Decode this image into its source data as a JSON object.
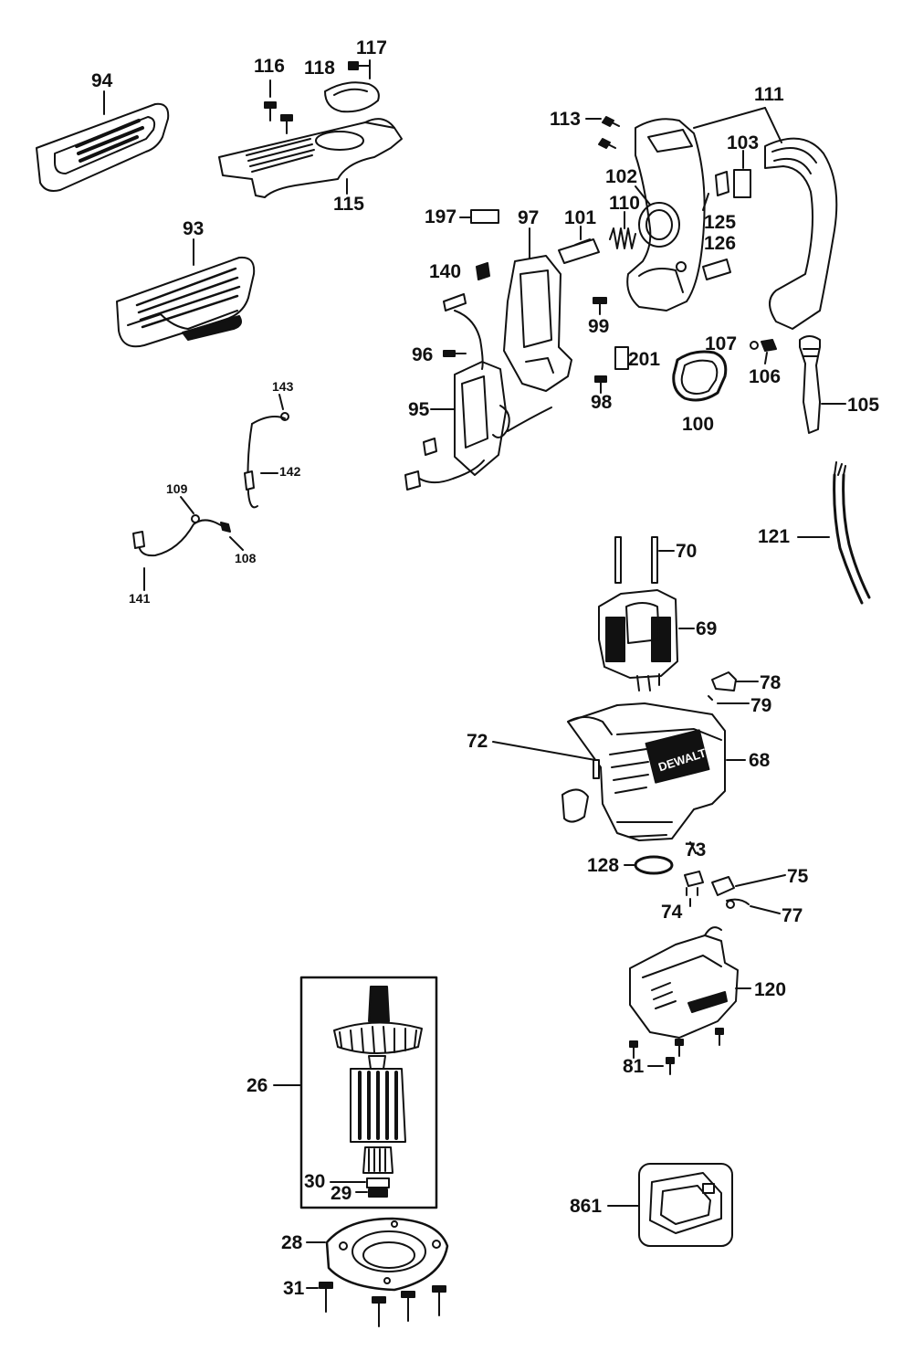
{
  "diagram": {
    "brand_mark": "DEWALT",
    "callouts": {
      "p94": "94",
      "p93": "93",
      "p116": "116",
      "p117": "117",
      "p118": "118",
      "p115": "115",
      "p113": "113",
      "p111": "111",
      "p103": "103",
      "p102": "102",
      "p110": "110",
      "p101": "101",
      "p97": "97",
      "p197": "197",
      "p125": "125",
      "p126": "126",
      "p140": "140",
      "p99": "99",
      "p96": "96",
      "p107": "107",
      "p106": "106",
      "p201": "201",
      "p98": "98",
      "p95": "95",
      "p100": "100",
      "p105": "105",
      "p143": "143",
      "p142": "142",
      "p109": "109",
      "p108": "108",
      "p141": "141",
      "p121": "121",
      "p70": "70",
      "p69": "69",
      "p78": "78",
      "p79": "79",
      "p72": "72",
      "p68": "68",
      "p73": "73",
      "p128": "128",
      "p75": "75",
      "p74": "74",
      "p77": "77",
      "p120": "120",
      "p81": "81",
      "p26": "26",
      "p30": "30",
      "p29": "29",
      "p28": "28",
      "p31": "31",
      "p861": "861"
    }
  }
}
